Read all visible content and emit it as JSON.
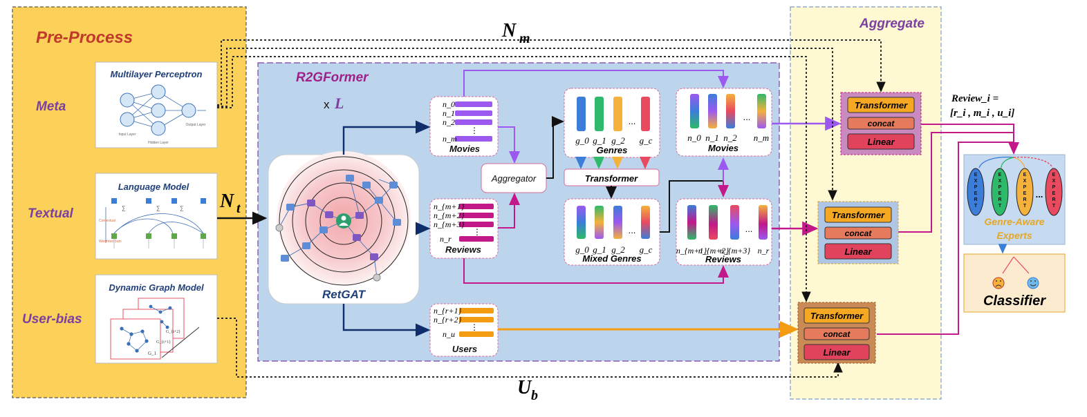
{
  "preprocess": {
    "title": "Pre-Process",
    "rows": [
      {
        "label": "Meta",
        "panel_title": "Multilayer Perceptron",
        "sublabels": [
          "Input Layer",
          "Hidden Layer",
          "Output Layer"
        ]
      },
      {
        "label": "Textual",
        "panel_title": "Language Model",
        "sublabels": [
          "Contextual",
          "Weighted Sum"
        ]
      },
      {
        "label": "User-bias",
        "panel_title": "Dynamic Graph Model",
        "sublabels": [
          "G_1",
          "G_{t+1}",
          "G_{t+2}"
        ]
      }
    ]
  },
  "edges": {
    "n_m": {
      "base": "N",
      "sub": "m"
    },
    "n_t": {
      "base": "N",
      "sub": "t"
    },
    "u_b": {
      "base": "U",
      "sub": "b"
    }
  },
  "r2g": {
    "title": "R2GFormer",
    "repeat_prefix": "x",
    "repeat_symbol": "L",
    "retgat_label": "RetGAT",
    "aggregator_label": "Aggregator",
    "transformer_label": "Transformer",
    "movies_list": {
      "caption": "Movies",
      "items": [
        "n_0",
        "n_1",
        "n_2",
        "⋮",
        "n_m"
      ]
    },
    "reviews_list": {
      "caption": "Reviews",
      "items": [
        "n_{m+1}",
        "n_{m+2}",
        "n_{m+3}",
        "⋮",
        "n_r"
      ]
    },
    "users_list": {
      "caption": "Users",
      "items": [
        "n_{r+1}",
        "n_{r+2}",
        "⋮",
        "n_u"
      ]
    },
    "genres": {
      "caption": "Genres",
      "labels": [
        "g_0",
        "g_1",
        "g_2",
        "...",
        "g_c"
      ]
    },
    "mixed_genres": {
      "caption": "Mixed Genres",
      "labels": [
        "g_0",
        "g_1",
        "g_2",
        "...",
        "g_c"
      ]
    },
    "movies_out": {
      "caption": "Movies",
      "labels": [
        "n_0",
        "n_1",
        "n_2",
        "...",
        "n_m"
      ]
    },
    "reviews_out": {
      "caption": "Reviews",
      "labels": [
        "n_{m+1}",
        "n_{m+2}",
        "n_{m+3}",
        "...",
        "n_r"
      ]
    }
  },
  "aggregate": {
    "title": "Aggregate",
    "block_layers": [
      "Transformer",
      "concat",
      "Linear"
    ],
    "review_formula": {
      "line1": "Review_i =",
      "line2": "[r_i , m_i , u_i]"
    },
    "experts": {
      "letters": "EXPERT",
      "ellipsis": "...",
      "caption_line1": "Genre-Aware",
      "caption_line2": "Experts"
    },
    "classifier_label": "Classifier"
  },
  "colors": {
    "preprocess_bg": "#FBD15A",
    "preprocess_title": "#C0392B",
    "row_label": "#7B3FA0",
    "r2g_bg": "#BDD5EC",
    "r2g_title": "#A0208A",
    "aggregate_bg": "#FEF9D2",
    "aggregate_title": "#7B3FA0",
    "movies_color": "#9B59F0",
    "reviews_color": "#C2188A",
    "users_color": "#F39C12",
    "navy": "#0F2D6B",
    "transformer_fill": "#F7A823",
    "concat_fill": "#E57B5C",
    "linear_fill": "#E0435B",
    "expert_colors": [
      "#3B7DD8",
      "#2FB96A",
      "#F4B13B",
      "#E84A5F"
    ],
    "genre_colors": [
      "#3B7DD8",
      "#2FB96A",
      "#F4B13B",
      "#E84A5F"
    ]
  }
}
